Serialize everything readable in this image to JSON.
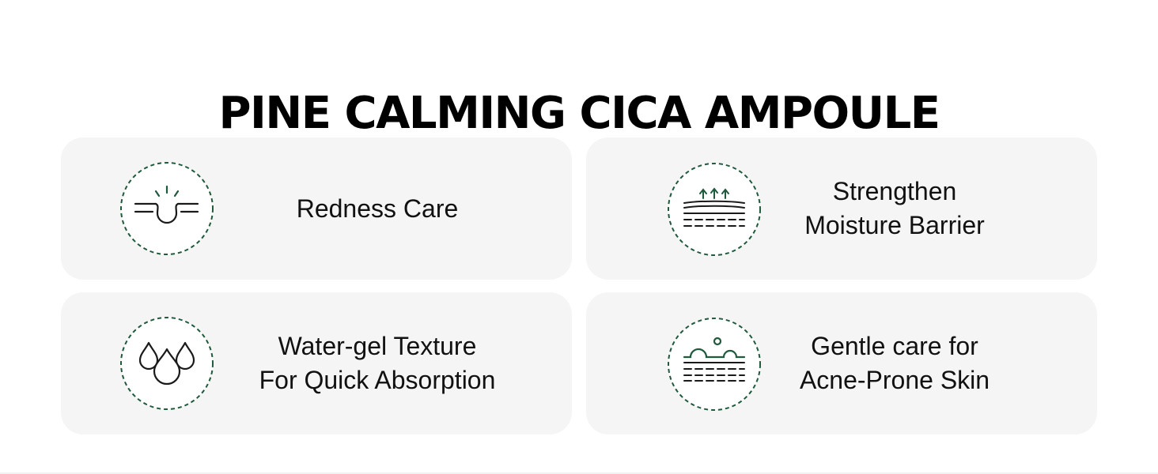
{
  "title": "PINE CALMING CICA AMPOULE",
  "colors": {
    "card_background": "#f5f5f5",
    "accent_green": "#1f5a3c",
    "icon_stroke": "#1a1a1a",
    "title_text": "#000000"
  },
  "features": [
    {
      "icon": "redness-care-icon",
      "lines": [
        "Redness Care"
      ]
    },
    {
      "icon": "moisture-barrier-icon",
      "lines": [
        "Strengthen",
        "Moisture Barrier"
      ]
    },
    {
      "icon": "water-drops-icon",
      "lines": [
        "Water-gel Texture",
        "For Quick Absorption"
      ]
    },
    {
      "icon": "acne-skin-icon",
      "lines": [
        "Gentle care for",
        "Acne-Prone Skin"
      ]
    }
  ]
}
